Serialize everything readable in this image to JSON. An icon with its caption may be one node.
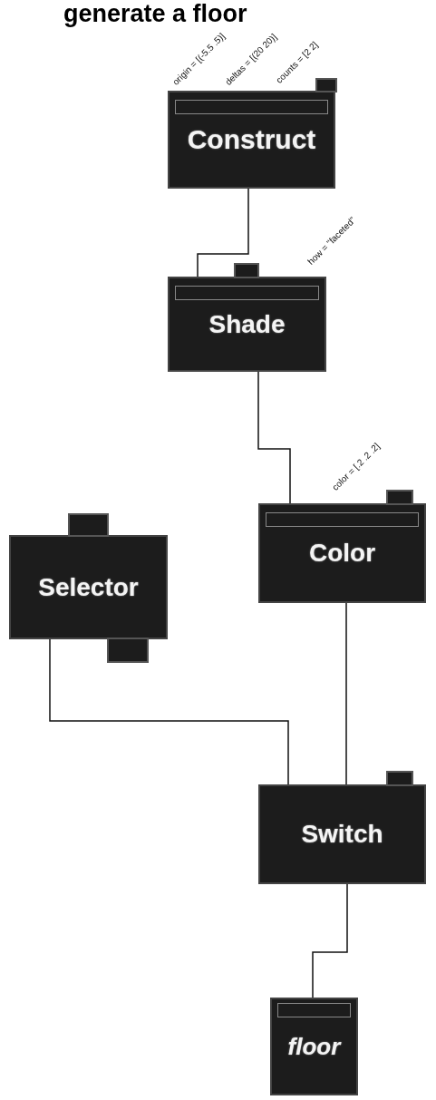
{
  "diagram": {
    "title": "generate a floor",
    "nodes": [
      {
        "text": [
          "Construct"
        ]
      },
      {
        "text": [
          "Shade"
        ]
      },
      {
        "text": [
          "Color"
        ]
      },
      {
        "text": [
          "Selector"
        ]
      },
      {
        "text": [
          "Switch"
        ]
      },
      {
        "text": [
          "floor"
        ]
      }
    ],
    "edges": [
      {
        "from": 0,
        "to": 1,
        "arrow": "none"
      },
      {
        "from": 1,
        "to": 2,
        "arrow": "none"
      },
      {
        "from": 3,
        "to": 4,
        "arrow": "none"
      },
      {
        "from": 2,
        "to": 4,
        "arrow": "none"
      },
      {
        "from": 4,
        "to": 5,
        "arrow": "none"
      }
    ],
    "labels": [
      "origin = [(-5.5 .5)]",
      "deltas = [(20 20)]",
      "counts = [2 2]",
      "how = \"faceted\"",
      "color = [.2 .2 .2]"
    ]
  }
}
